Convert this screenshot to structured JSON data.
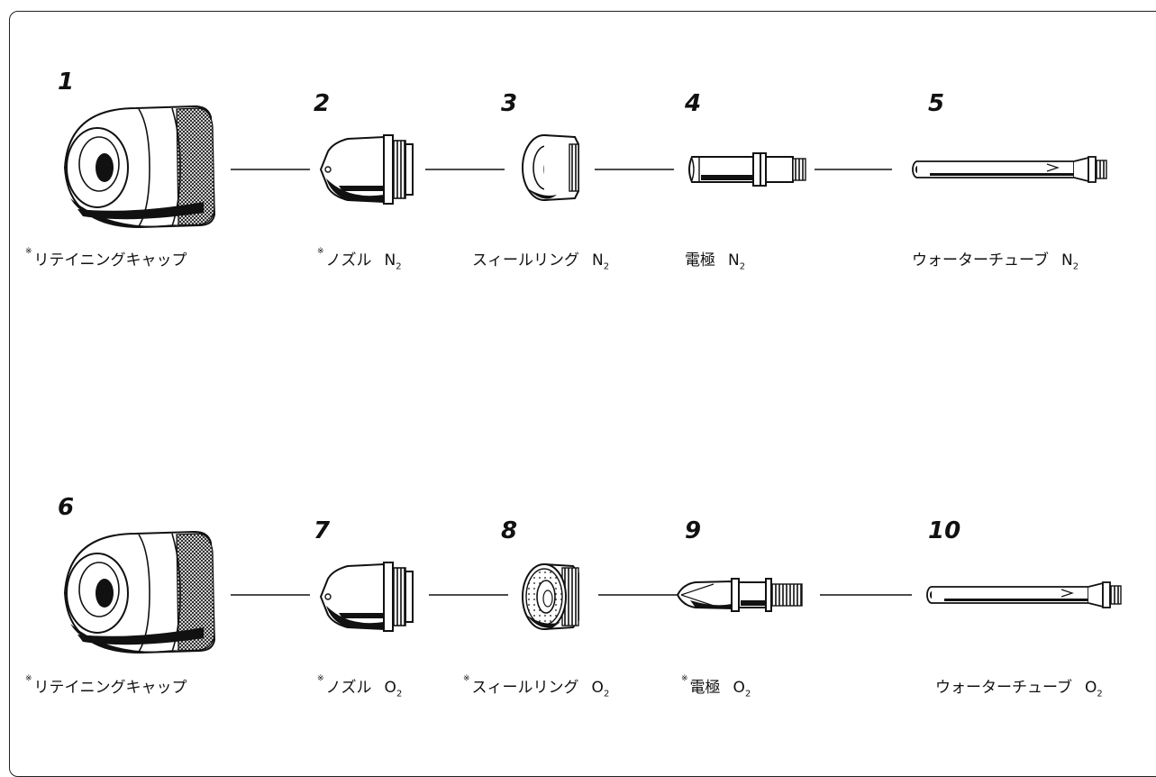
{
  "row1": {
    "items": [
      {
        "num": "1",
        "star": "※",
        "name": "リテイニングキャップ",
        "gas": "",
        "sub": ""
      },
      {
        "num": "2",
        "star": "※",
        "name": "ノズル",
        "gas": "N",
        "sub": "2"
      },
      {
        "num": "3",
        "star": "",
        "name": "スィールリング",
        "gas": "N",
        "sub": "2"
      },
      {
        "num": "4",
        "star": "",
        "name": "電極",
        "gas": "N",
        "sub": "2"
      },
      {
        "num": "5",
        "star": "",
        "name": "ウォーターチューブ",
        "gas": "N",
        "sub": "2"
      }
    ]
  },
  "row2": {
    "items": [
      {
        "num": "6",
        "star": "※",
        "name": "リテイニングキャップ",
        "gas": "",
        "sub": ""
      },
      {
        "num": "7",
        "star": "※",
        "name": "ノズル",
        "gas": "O",
        "sub": "2"
      },
      {
        "num": "8",
        "star": "※",
        "name": "スィールリング",
        "gas": "O",
        "sub": "2"
      },
      {
        "num": "9",
        "star": "※",
        "name": "電極",
        "gas": "O",
        "sub": "2"
      },
      {
        "num": "10",
        "star": "",
        "name": "ウォーターチューブ",
        "gas": "O",
        "sub": "2"
      }
    ]
  }
}
